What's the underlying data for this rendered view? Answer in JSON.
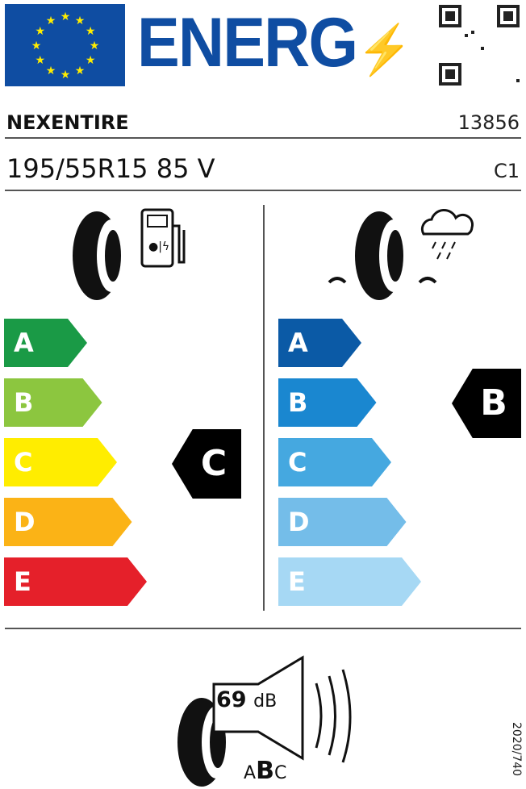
{
  "header": {
    "title": "ENERG",
    "qr_icon": "qr-code"
  },
  "supplier": {
    "brand": "NEXENTIRE",
    "type_id": "13856"
  },
  "tyre": {
    "size": "195/55R15 85 V",
    "class": "C1"
  },
  "fuel": {
    "scale": [
      "A",
      "B",
      "C",
      "D",
      "E"
    ],
    "rating": "C",
    "colors": [
      "#1a9a46",
      "#8cc63f",
      "#ffed00",
      "#fbb316",
      "#e5202a"
    ]
  },
  "wet": {
    "scale": [
      "A",
      "B",
      "C",
      "D",
      "E"
    ],
    "rating": "B",
    "colors": [
      "#0b5aa6",
      "#1a87d0",
      "#45a8e0",
      "#74bde9",
      "#a6d8f4"
    ]
  },
  "noise": {
    "value": "69",
    "unit": "dB",
    "classes": [
      "A",
      "B",
      "C"
    ],
    "selected": "B"
  },
  "regulation": "2020/740"
}
